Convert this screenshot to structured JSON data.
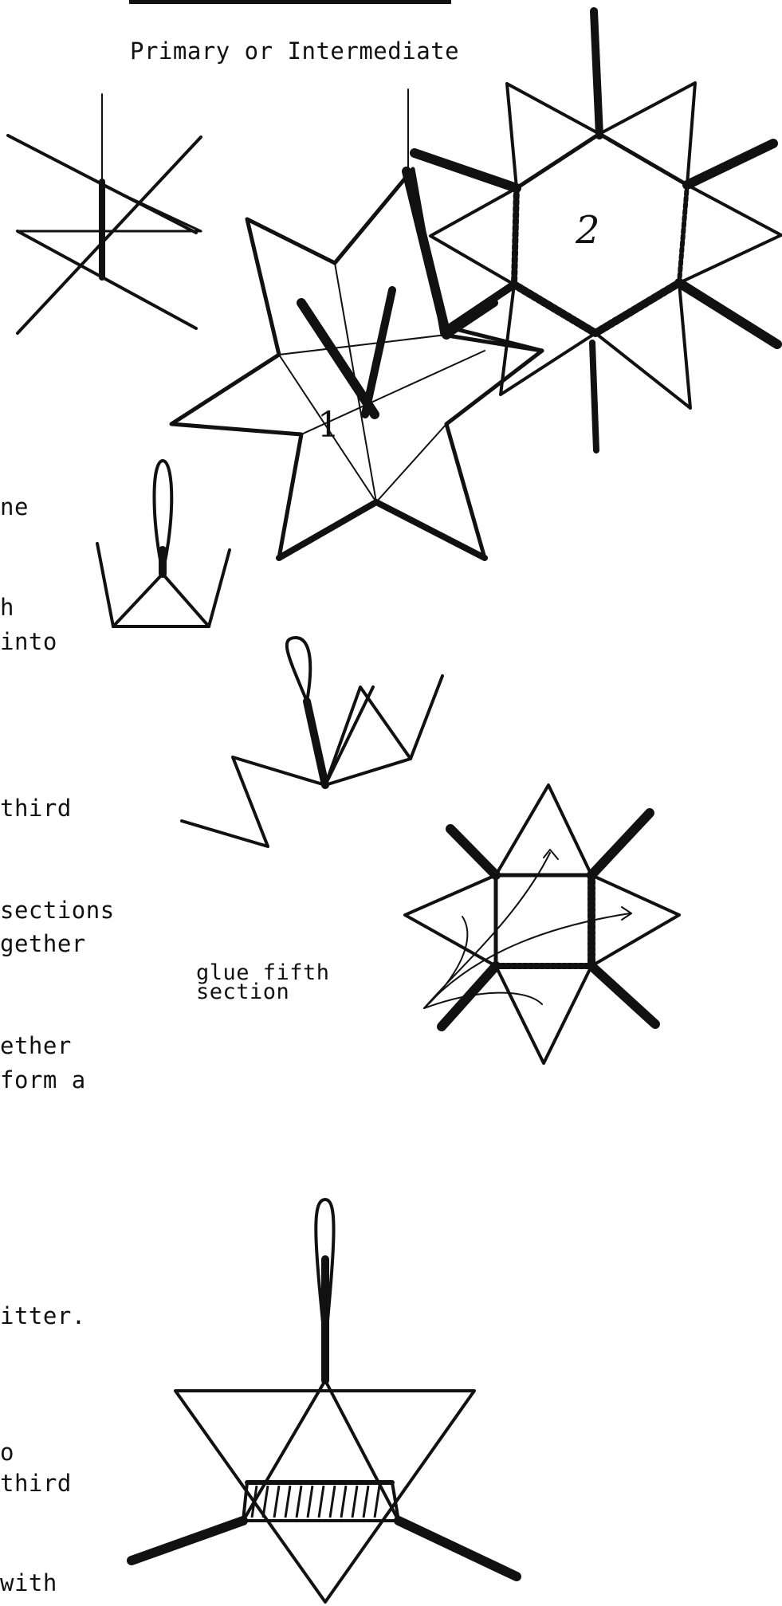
{
  "header": {
    "subtitle": "Primary or Intermediate"
  },
  "figure_labels": {
    "step1": "1",
    "step2": "2"
  },
  "margin_fragments": [
    "ne",
    "h",
    "into",
    "third",
    "sections",
    "gether",
    "ether",
    "form a",
    "itter.",
    "o",
    "third",
    "with"
  ],
  "annotation": {
    "glue_fifth_line1": "glue fifth",
    "glue_fifth_line2": "section"
  }
}
